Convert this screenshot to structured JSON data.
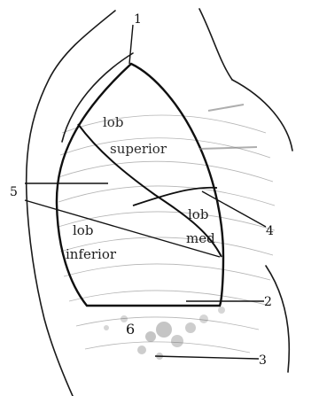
{
  "lobes": {
    "upper": {
      "line1": "lob",
      "line2": "superior"
    },
    "middle": {
      "line1": "lob",
      "line2": "med"
    },
    "lower": {
      "line1": "lob",
      "line2": "inferior"
    }
  },
  "markers": {
    "m1": "1",
    "m2": "2",
    "m3": "3",
    "m4": "4",
    "m5": "5",
    "m6": "6"
  },
  "colors": {
    "ink": "#111111",
    "faint": "#9a9a9a"
  }
}
